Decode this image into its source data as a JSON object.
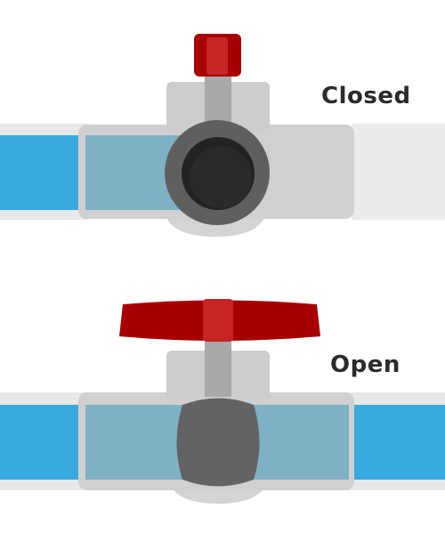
{
  "labels": {
    "closed": "Closed",
    "open": "Open"
  },
  "colors": {
    "water": "#38a9de",
    "pipe_outer": "#e6e6e6",
    "valve_body": "#cdcdcd",
    "handle": "#a80000",
    "handle_highlight": "#c52525",
    "stem": "#a9a9a9",
    "ball_ring": "#5f5f5f",
    "ball_bore": "#222222",
    "ball_open": "#636363"
  },
  "valves": [
    {
      "state": "closed",
      "handle_orientation": "vertical",
      "flow": "blocked"
    },
    {
      "state": "open",
      "handle_orientation": "horizontal",
      "flow": "passing"
    }
  ]
}
